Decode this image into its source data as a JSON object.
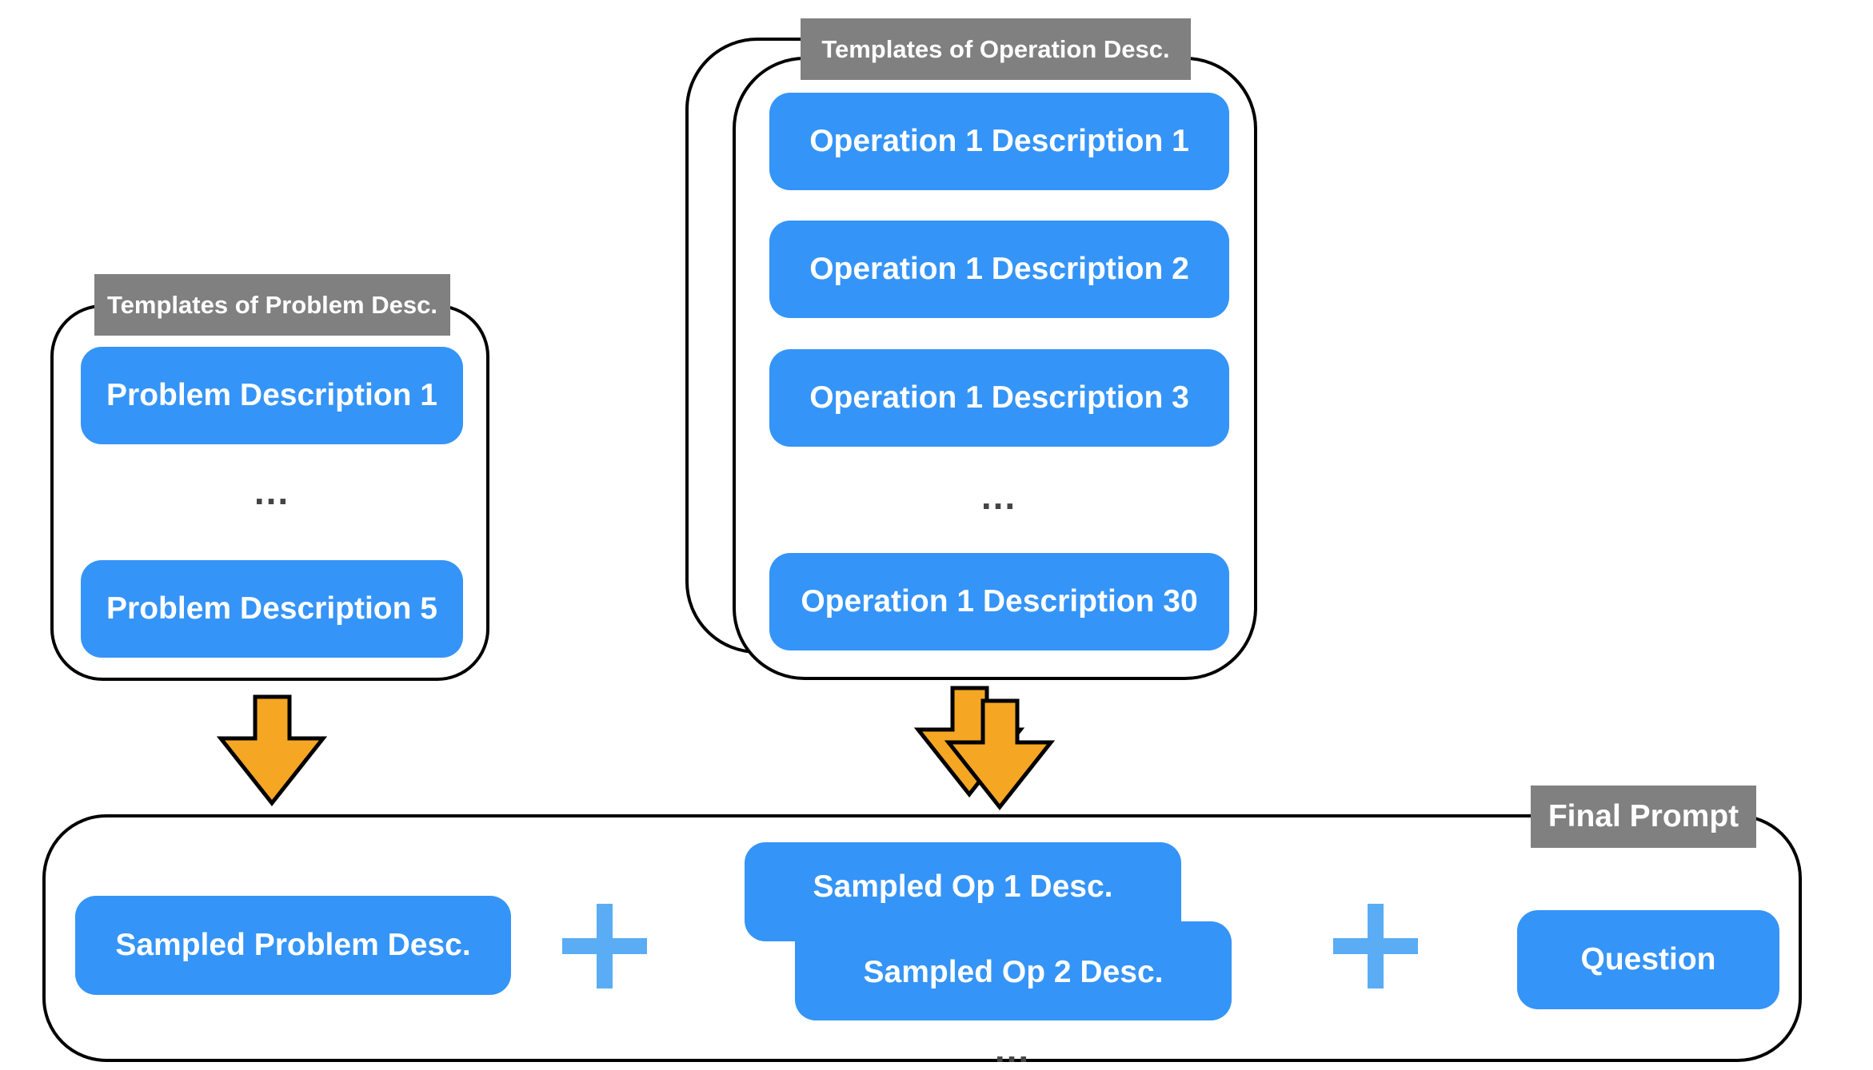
{
  "operation_templates": {
    "tag": "Templates of Operation Desc.",
    "items": [
      "Operation 1 Description 1",
      "Operation 1 Description 2",
      "Operation 1 Description 3",
      "Operation 1 Description 30"
    ],
    "ellipsis": "..."
  },
  "problem_templates": {
    "tag": "Templates of Problem Desc.",
    "items": [
      "Problem Description 1",
      "Problem Description 5"
    ],
    "ellipsis": "..."
  },
  "final_prompt": {
    "tag": "Final Prompt",
    "sampled_problem": "Sampled Problem Desc.",
    "sampled_op_1": "Sampled Op 1 Desc.",
    "sampled_op_2": "Sampled Op 2 Desc.",
    "question": "Question",
    "ellipsis": "..."
  },
  "colors": {
    "pill": "#3594f7",
    "tag": "#808080",
    "arrow": "#f5a623",
    "plus": "#5aacf5",
    "outline": "#000000"
  },
  "icons": {
    "flow_arrow": "down-arrow-icon",
    "combine": "plus-icon"
  }
}
